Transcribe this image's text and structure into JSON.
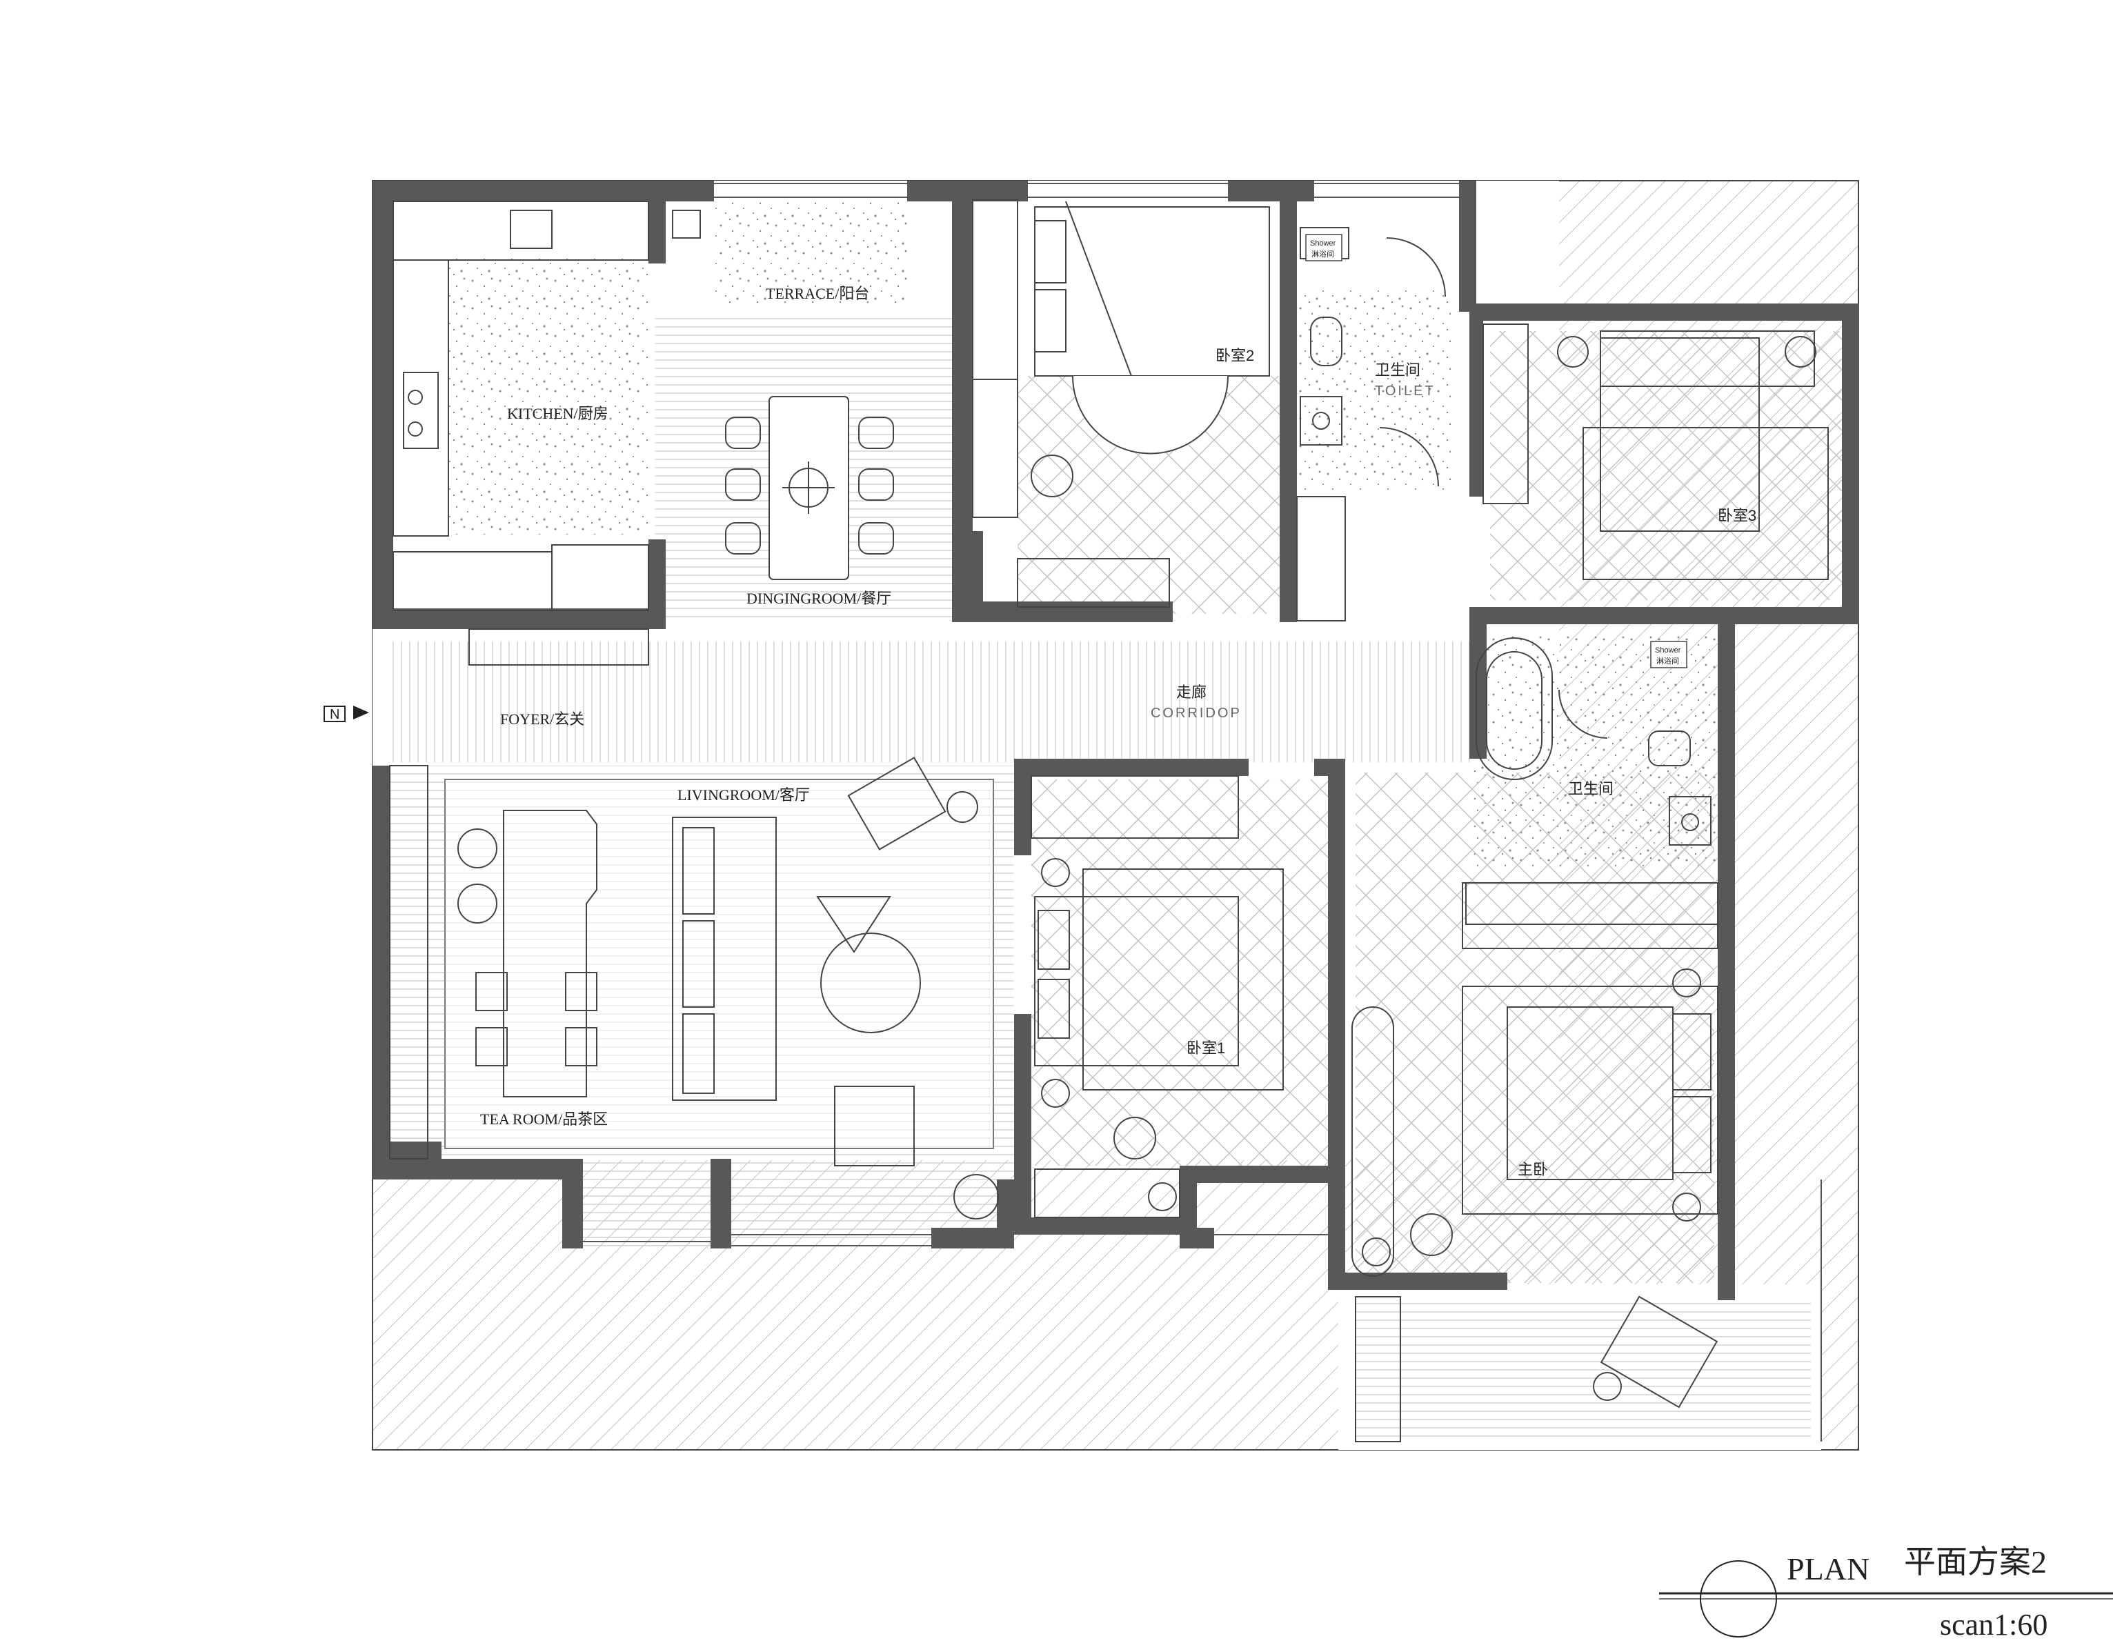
{
  "plan": {
    "rooms": {
      "kitchen": "KITCHEN/厨房",
      "terrace": "TERRACE/阳台",
      "dining": "DINGINGROOM/餐厅",
      "bedroom2": "卧室2",
      "toilet_cn": "卫生间",
      "toilet_en": "TOILET",
      "shower1": "Shower",
      "shower1_cn": "淋浴间",
      "bedroom3": "卧室3",
      "corridor_cn": "走廊",
      "corridor_en": "CORRIDOP",
      "foyer": "FOYER/玄关",
      "living": "LIVINGROOM/客厅",
      "tearoom": "TEA ROOM/品茶区",
      "bedroom1": "卧室1",
      "bath2": "卫生间",
      "shower2": "Shower",
      "shower2_cn": "淋浴间",
      "master": "主卧"
    },
    "entry_marker": "N"
  },
  "title_block": {
    "plan_label": "PLAN",
    "scheme": "平面方案2",
    "scale": "scan1:60"
  },
  "colors": {
    "wall": "#58585a",
    "line": "#333333",
    "hatch": "#bdbdbd"
  }
}
